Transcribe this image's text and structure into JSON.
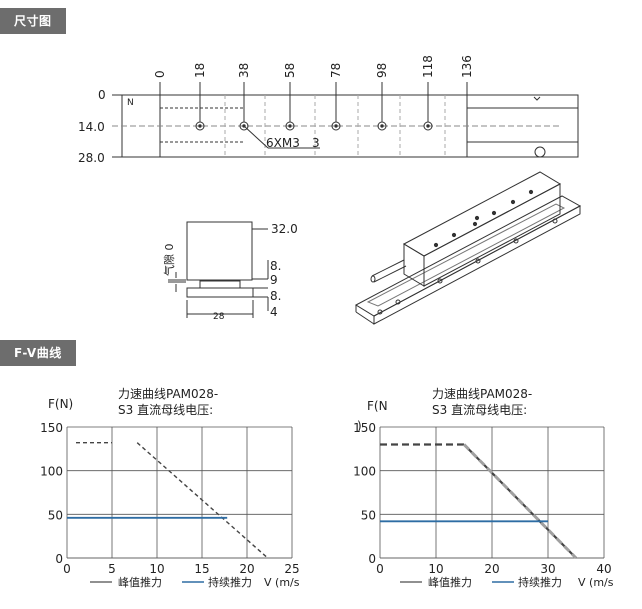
{
  "sections": {
    "dimensions_title": "尺寸图",
    "fv_title": "F-V曲线"
  },
  "drawing": {
    "top_ticks": [
      "0",
      "18",
      "38",
      "58",
      "78",
      "98",
      "118",
      "136"
    ],
    "side_ticks": [
      "0",
      "14.0",
      "28.0"
    ],
    "n_label": "N",
    "hole_label": "6XM3",
    "hole_depth": "3",
    "front_height": "32.0",
    "air_gap_label": "气隙 0",
    "right_dims": [
      "8.",
      "9",
      "8.",
      "4"
    ],
    "base_width": "28"
  },
  "chart_data": [
    {
      "type": "line",
      "title": "力速曲线PAM028-S3 直流母线电压:",
      "title_lines": [
        "力速曲线PAM028-",
        "S3 直流母线电压:"
      ],
      "ylabel": "F(N)",
      "xlabel": "V (m/s",
      "ylim": [
        0,
        150
      ],
      "xlim": [
        0,
        25
      ],
      "yticks": [
        0,
        50,
        100,
        150
      ],
      "xticks": [
        0,
        5,
        10,
        15,
        20,
        25
      ],
      "grid": true,
      "series": [
        {
          "name": "峰值推力",
          "style": "dashed",
          "color": "#444444",
          "points": [
            [
              1,
              132
            ],
            [
              5,
              132
            ]
          ]
        },
        {
          "name": "峰值推力",
          "style": "dashed",
          "color": "#444444",
          "points": [
            [
              7.8,
              132
            ],
            [
              22.3,
              0
            ]
          ]
        },
        {
          "name": "持续推力",
          "style": "solid",
          "color": "#2e6da4",
          "points": [
            [
              0,
              46
            ],
            [
              17.8,
              46
            ]
          ]
        }
      ],
      "legend": [
        "峰值推力",
        "持续推力"
      ],
      "legend_position": "bottom"
    },
    {
      "type": "line",
      "title": "力速曲线PAM028-S3 直流母线电压:",
      "title_lines": [
        "力速曲线PAM028-",
        "S3 直流母线电压:"
      ],
      "ylabel": "F(N",
      "ylabel_extra": ")",
      "xlabel": "V (m/s",
      "ylim": [
        0,
        150
      ],
      "xlim": [
        0,
        40
      ],
      "yticks": [
        0,
        50,
        100,
        150
      ],
      "xticks": [
        0,
        10,
        20,
        30,
        40
      ],
      "grid": true,
      "series": [
        {
          "name": "峰值推力",
          "style": "dashed",
          "color": "#444444",
          "points": [
            [
              0,
              130
            ],
            [
              15,
              130
            ],
            [
              35,
              0
            ]
          ]
        },
        {
          "name": "持续推力",
          "style": "solid",
          "color": "#2e6da4",
          "points": [
            [
              0,
              42
            ],
            [
              30,
              42
            ]
          ]
        }
      ],
      "legend": [
        "峰值推力",
        "持续推力"
      ],
      "legend_position": "bottom",
      "colors": {
        "peak_overlay": "#a0a0a0"
      }
    }
  ]
}
